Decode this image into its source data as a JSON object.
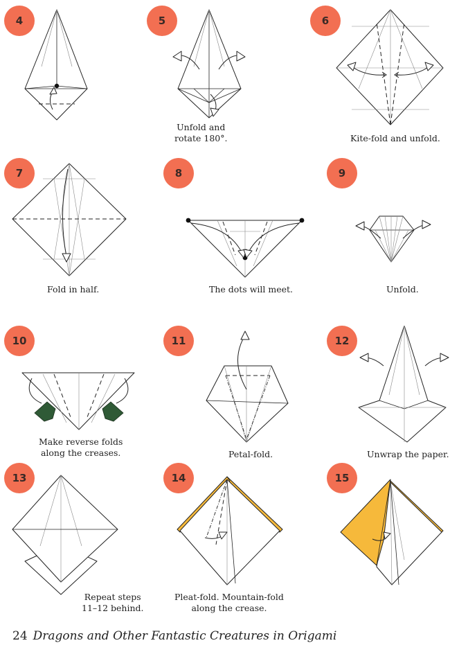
{
  "steps": [
    {
      "number": "4",
      "caption": []
    },
    {
      "number": "5",
      "caption": [
        "Unfold and",
        "rotate 180°."
      ]
    },
    {
      "number": "6",
      "caption": [
        "Kite-fold and unfold."
      ]
    },
    {
      "number": "7",
      "caption": [
        "Fold in half."
      ]
    },
    {
      "number": "8",
      "caption": [
        "The dots will meet."
      ]
    },
    {
      "number": "9",
      "caption": [
        "Unfold."
      ]
    },
    {
      "number": "10",
      "caption": [
        "Make reverse folds",
        "along the creases."
      ]
    },
    {
      "number": "11",
      "caption": [
        "Petal-fold."
      ]
    },
    {
      "number": "12",
      "caption": [
        "Unwrap the paper."
      ]
    },
    {
      "number": "13",
      "caption": [
        "Repeat steps",
        "11–12 behind."
      ]
    },
    {
      "number": "14",
      "caption": [
        "Pleat-fold. Mountain-fold",
        "along the crease."
      ]
    },
    {
      "number": "15",
      "caption": []
    }
  ],
  "footer": {
    "page_number": "24",
    "book_title": "Dragons and Other Fantastic Creatures in Origami"
  },
  "colors": {
    "badge": "#f26f52",
    "paper_color": "#f6b93b",
    "reverse_fold_arrow": "#2f5a36"
  }
}
